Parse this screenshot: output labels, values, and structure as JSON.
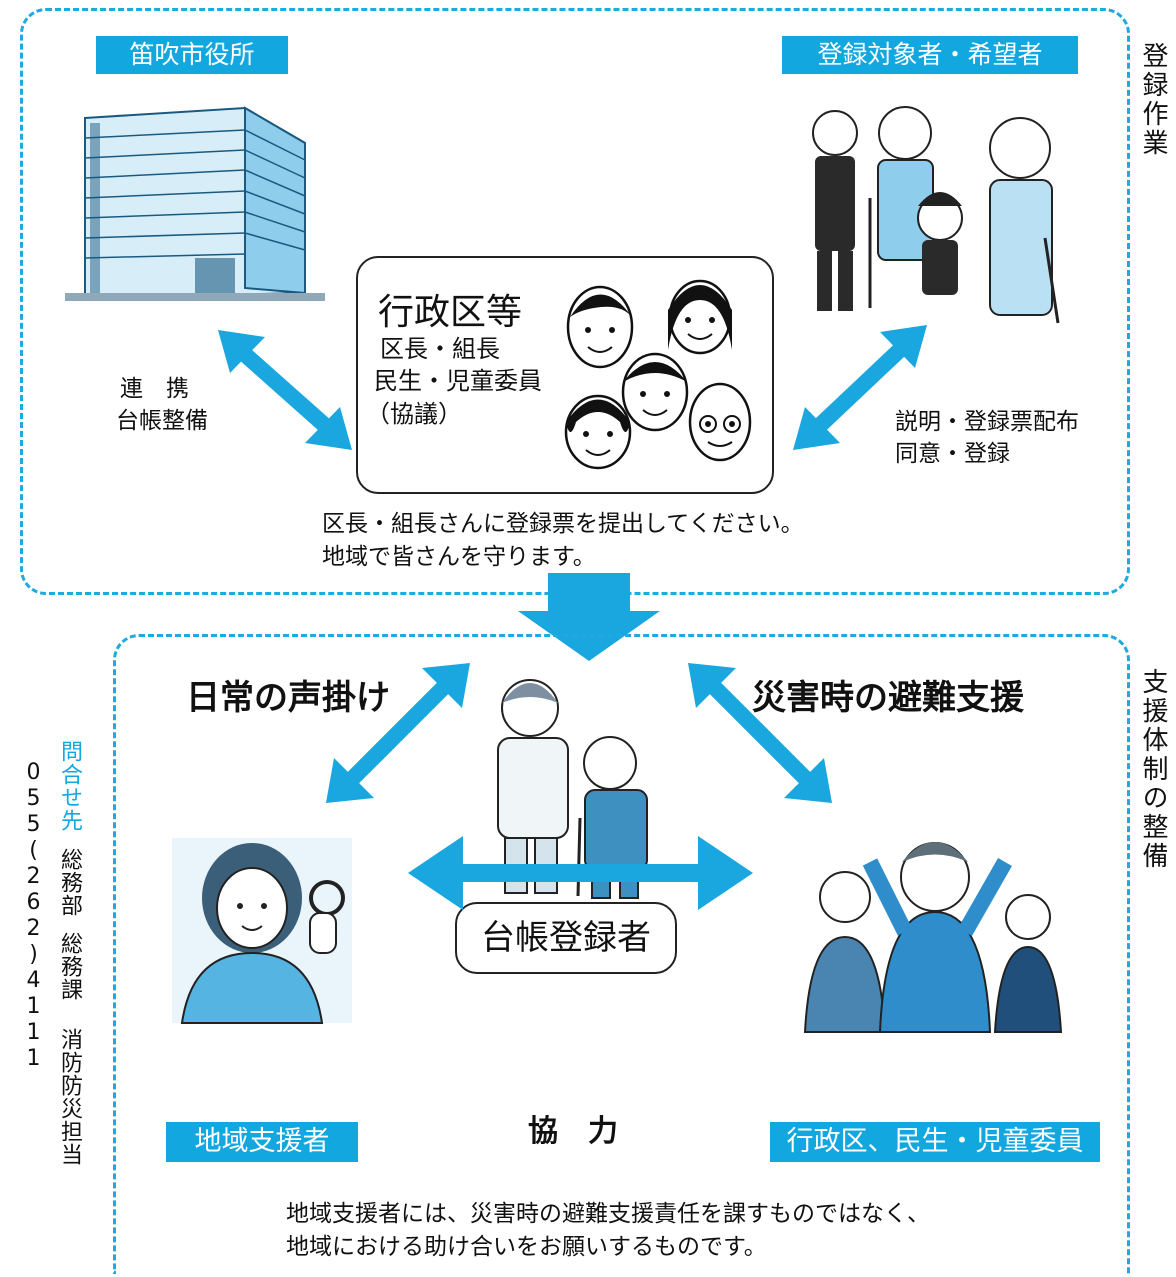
{
  "colors": {
    "accent": "#13a7e0",
    "dash": "#1fa9e1",
    "arrow": "#1aa6df"
  },
  "top": {
    "side_label": "登録作業",
    "city_hall": {
      "label": "笛吹市役所",
      "image_icon": "city-hall-building-illustration"
    },
    "registrants": {
      "label": "登録対象者・希望者",
      "image_icon": "elderly-people-illustration"
    },
    "center": {
      "title": "行政区等",
      "lines": [
        "区長・組長",
        "民生・児童委員",
        "（協議）"
      ],
      "image_icon": "group-of-faces-illustration"
    },
    "left_arrow_lines": [
      "連　携",
      "台帳整備"
    ],
    "right_arrow_lines": [
      "説明・登録票配布",
      "同意・登録"
    ],
    "note_lines": [
      "区長・組長さんに登録票を提出してください。",
      "地域で皆さんを守ります。"
    ]
  },
  "bottom": {
    "side_label": "支援体制の整備",
    "heading_left": "日常の声掛け",
    "heading_right": "災害時の避難支援",
    "center_label": "台帳登録者",
    "supporter_label": "地域支援者",
    "officials_label": "行政区、民生・児童委員",
    "cooperation_label": "協　力",
    "note_lines": [
      "地域支援者には、災害時の避難支援責任を課すものではなく、",
      "地域における助け合いをお願いするものです。"
    ]
  },
  "contact": {
    "label": "問合せ先",
    "department": "総務部",
    "section": "総務課",
    "team": "消防防災担当",
    "phone": "055(262)4111"
  }
}
